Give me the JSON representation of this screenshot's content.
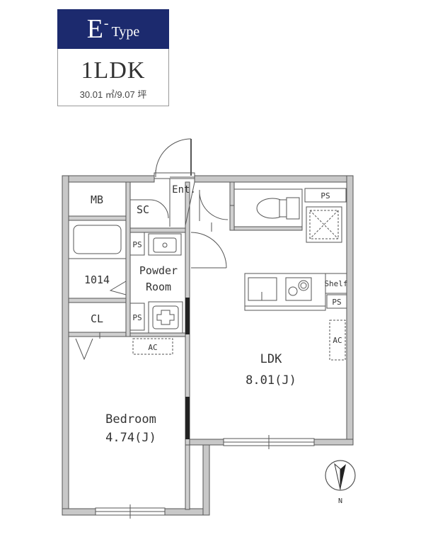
{
  "header": {
    "type_letter": "E",
    "type_dash": "-",
    "type_word": "Type",
    "layout": "1LDK",
    "area": "30.01 ㎡/9.07 坪"
  },
  "rooms": {
    "mb": "MB",
    "sc": "SC",
    "ent": "Ent.",
    "ps_top": "PS",
    "ps_wash": "PS",
    "bath": "1014",
    "powder_line1": "Powder",
    "powder_line2": "Room",
    "shelf": "Shelf",
    "ps_kitchen": "PS",
    "cl": "CL",
    "ps_wc": "PS",
    "ac_bedroom": "AC",
    "ac_ldk": "AC",
    "ldk_name": "LDK",
    "ldk_size": "8.01(J)",
    "bedroom_name": "Bedroom",
    "bedroom_size": "4.74(J)",
    "north": "N"
  },
  "colors": {
    "header_bg": "#1c2a6e",
    "wall_fill": "#c8c8c8",
    "line": "#444444"
  }
}
